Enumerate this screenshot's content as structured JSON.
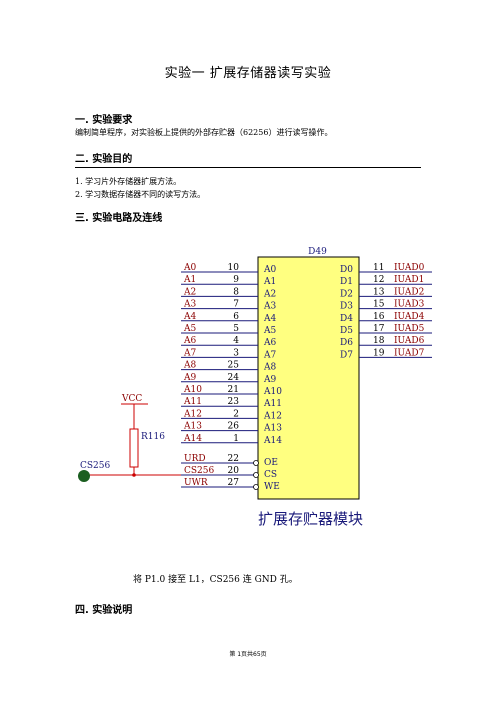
{
  "doc": {
    "title": "实验一 扩展存储器读写实验",
    "section1": {
      "heading": "一. 实验要求",
      "text": "编制简单程序，对实验板上提供的外部存贮器（62256）进行读写操作。"
    },
    "section2": {
      "heading": "二. 实验目的",
      "items": [
        "1. 学习片外存储器扩展方法。",
        "2. 学习数据存储器不同的读写方法。"
      ]
    },
    "section3": {
      "heading": "三. 实验电路及连线"
    },
    "caption": "将 P1.0 接至 L1，CS256 连 GND 孔。",
    "section4": {
      "heading": "四. 实验说明"
    },
    "footer": "第 1页共65页"
  },
  "circuit": {
    "chip_name": "D49",
    "module_label": "扩展存贮器模块",
    "vcc_label": "VCC",
    "resistor_label": "R116",
    "cs_net_label": "CS256",
    "addr_pins": [
      {
        "net": "A0",
        "pin": "10",
        "name": "A0"
      },
      {
        "net": "A1",
        "pin": "9",
        "name": "A1"
      },
      {
        "net": "A2",
        "pin": "8",
        "name": "A2"
      },
      {
        "net": "A3",
        "pin": "7",
        "name": "A3"
      },
      {
        "net": "A4",
        "pin": "6",
        "name": "A4"
      },
      {
        "net": "A5",
        "pin": "5",
        "name": "A5"
      },
      {
        "net": "A6",
        "pin": "4",
        "name": "A6"
      },
      {
        "net": "A7",
        "pin": "3",
        "name": "A7"
      },
      {
        "net": "A8",
        "pin": "25",
        "name": "A8"
      },
      {
        "net": "A9",
        "pin": "24",
        "name": "A9"
      },
      {
        "net": "A10",
        "pin": "21",
        "name": "A10"
      },
      {
        "net": "A11",
        "pin": "23",
        "name": "A11"
      },
      {
        "net": "A12",
        "pin": "2",
        "name": "A12"
      },
      {
        "net": "A13",
        "pin": "26",
        "name": "A13"
      },
      {
        "net": "A14",
        "pin": "1",
        "name": "A14"
      }
    ],
    "ctrl_pins": [
      {
        "net": "URD",
        "pin": "22",
        "name": "OE"
      },
      {
        "net": "CS256",
        "pin": "20",
        "name": "CS"
      },
      {
        "net": "UWR",
        "pin": "27",
        "name": "WE"
      }
    ],
    "data_pins": [
      {
        "name": "D0",
        "pin": "11",
        "net": "IUAD0"
      },
      {
        "name": "D1",
        "pin": "12",
        "net": "IUAD1"
      },
      {
        "name": "D2",
        "pin": "13",
        "net": "IUAD2"
      },
      {
        "name": "D3",
        "pin": "15",
        "net": "IUAD3"
      },
      {
        "name": "D4",
        "pin": "16",
        "net": "IUAD4"
      },
      {
        "name": "D5",
        "pin": "17",
        "net": "IUAD5"
      },
      {
        "name": "D6",
        "pin": "18",
        "net": "IUAD6"
      },
      {
        "name": "D7",
        "pin": "19",
        "net": "IUAD7"
      }
    ],
    "colors": {
      "chip_fill": "#ffff80",
      "net_label": "#8b0000",
      "wire": "#1a1a7a",
      "dot": "#1b5e20",
      "red_wire": "#cc0000"
    }
  }
}
